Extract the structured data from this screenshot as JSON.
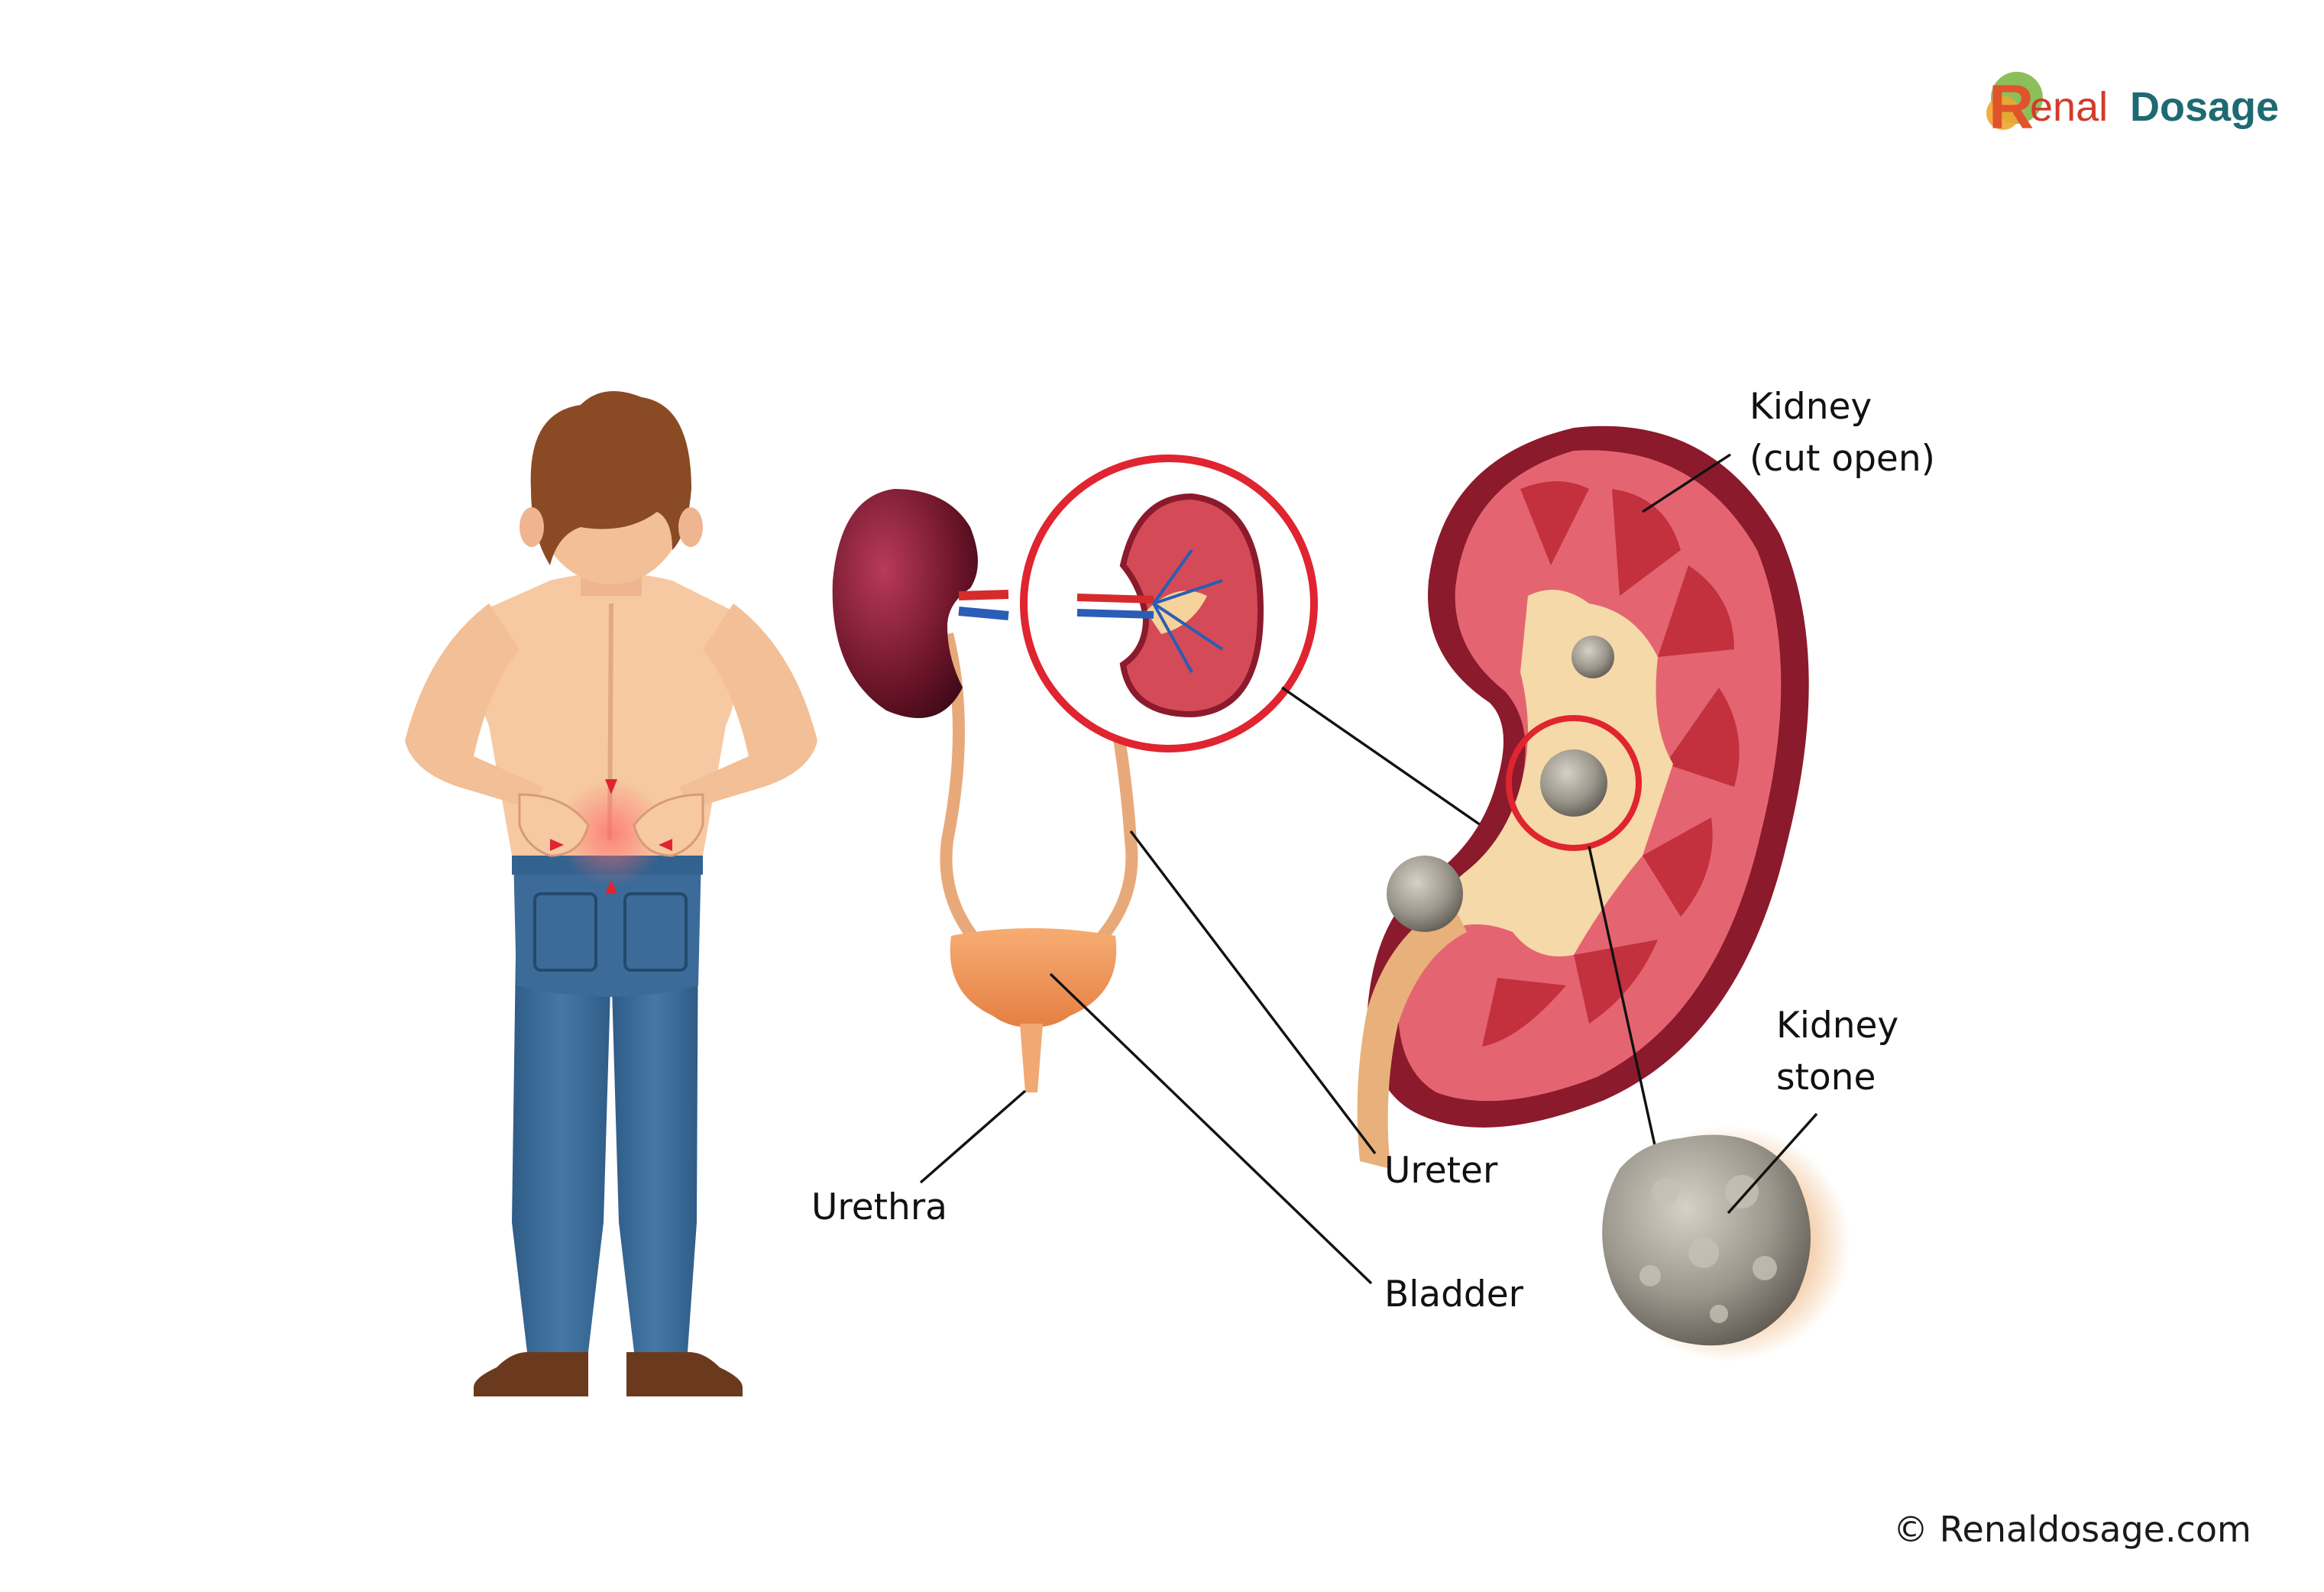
{
  "logo": {
    "initial": "R",
    "rest": "enal",
    "second": "Dosage"
  },
  "labels": {
    "kidney_line1": "Kidney",
    "kidney_line2": "(cut open)",
    "stone_line1": "Kidney",
    "stone_line2": "stone",
    "ureter": "Ureter",
    "urethra": "Urethra",
    "bladder": "Bladder"
  },
  "copyright": "© Renaldosage.com",
  "colors": {
    "kidney_red": "#d13a45",
    "outer_capsule": "#8b1a2c",
    "stone_gray": "#9a968e",
    "highlight_ring": "#e02430",
    "jeans_blue": "#3f6f9e",
    "skin": "#f6c9a2",
    "hair": "#8a4a24",
    "brand_teal": "#1e6a72",
    "brand_orange": "#e0532b"
  }
}
